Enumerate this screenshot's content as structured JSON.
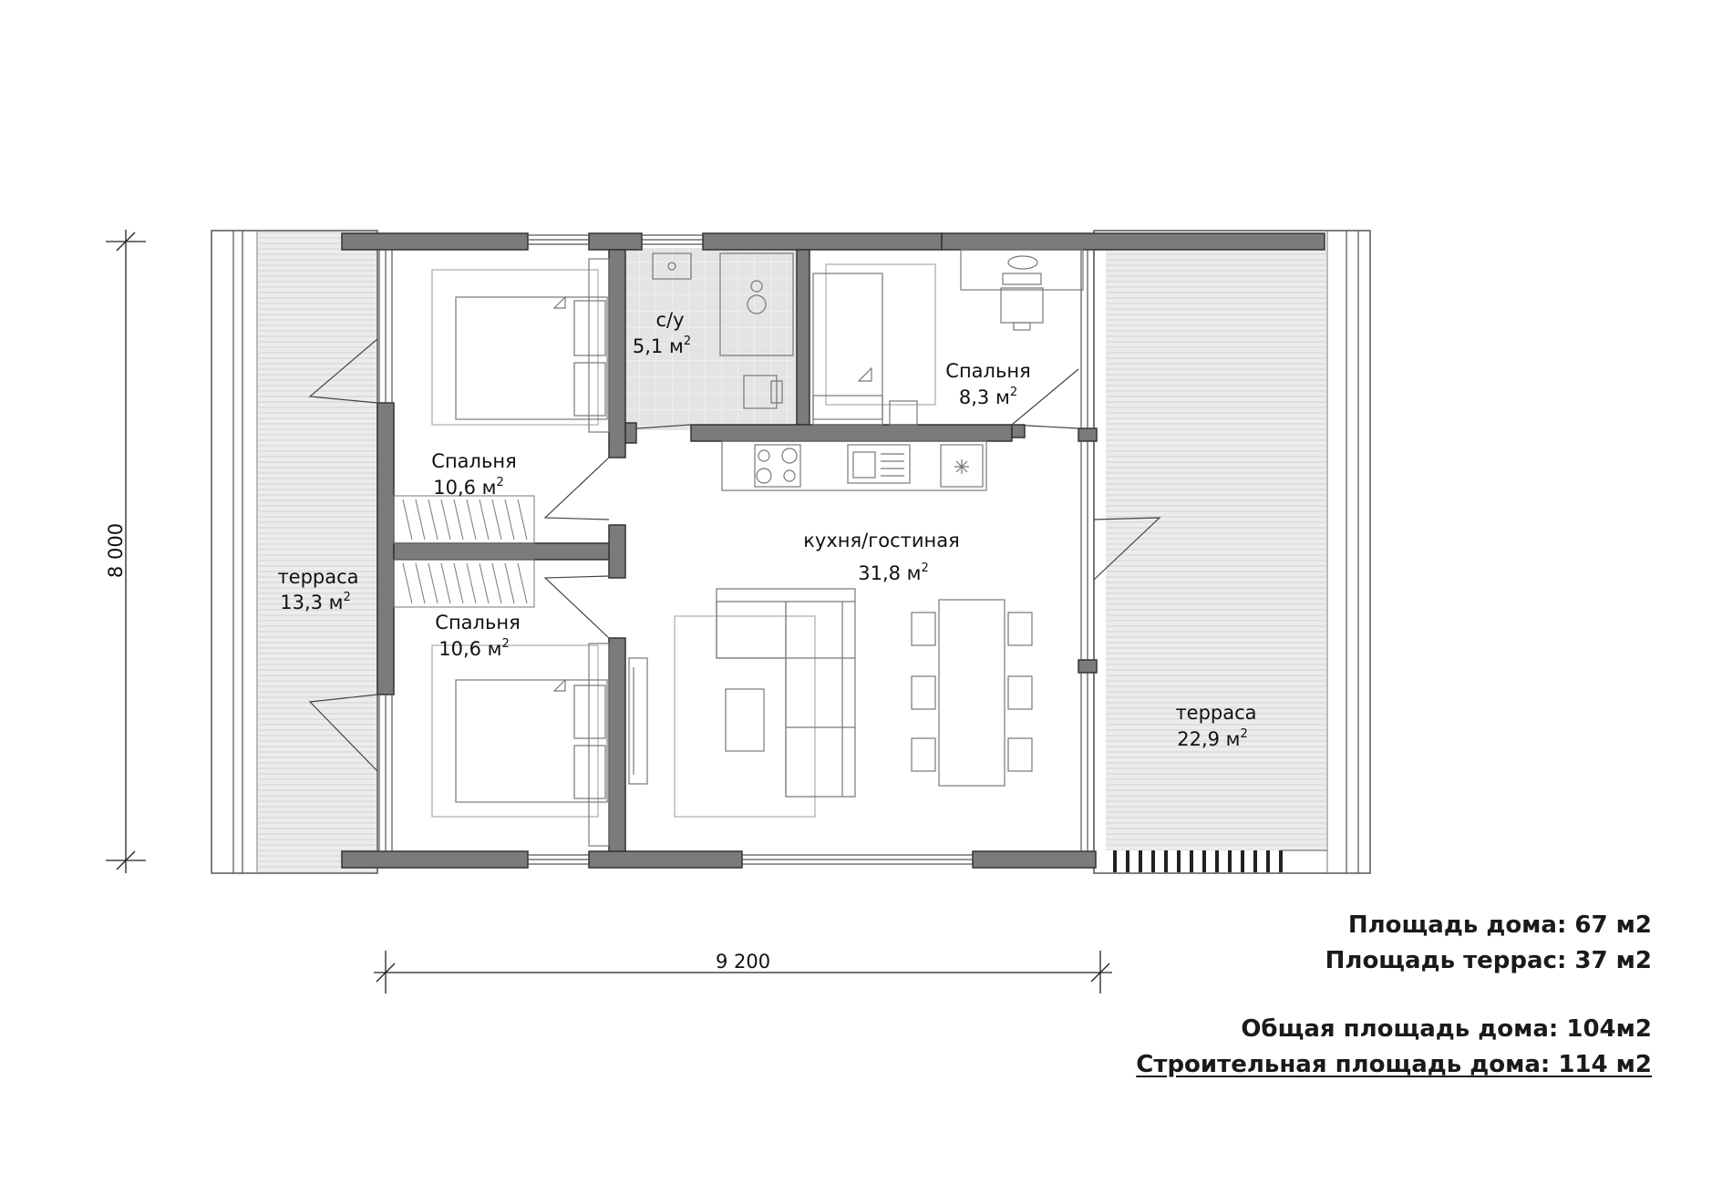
{
  "rooms": {
    "bath": {
      "name": "с/у",
      "area": "5,1 м"
    },
    "bedroom_tr": {
      "name": "Спальня",
      "area": "8,3 м"
    },
    "bedroom_tl": {
      "name": "Спальня",
      "area": "10,6 м"
    },
    "bedroom_bl": {
      "name": "Спальня",
      "area": "10,6 м"
    },
    "kitchen": {
      "name": "кухня/гостиная",
      "area": "31,8 м"
    },
    "terrace_l": {
      "name": "терраса",
      "area": "13,3 м"
    },
    "terrace_r": {
      "name": "терраса",
      "area": "22,9 м"
    },
    "sup": "2"
  },
  "dimensions": {
    "width": "9 200",
    "height": "8 000"
  },
  "summary": {
    "house_area": "Площадь дома: 67 м2",
    "terrace_area": "Площадь террас: 37 м2",
    "total_area": "Общая площадь дома: 104м2",
    "building_area": "Строительная  площадь дома: 114 м2"
  },
  "colors": {
    "wall": "#7b7b7b",
    "wall_stroke": "#333333",
    "terrace": "#e6e6e6",
    "furniture": "#777777",
    "tile": "#d9d9d9"
  }
}
